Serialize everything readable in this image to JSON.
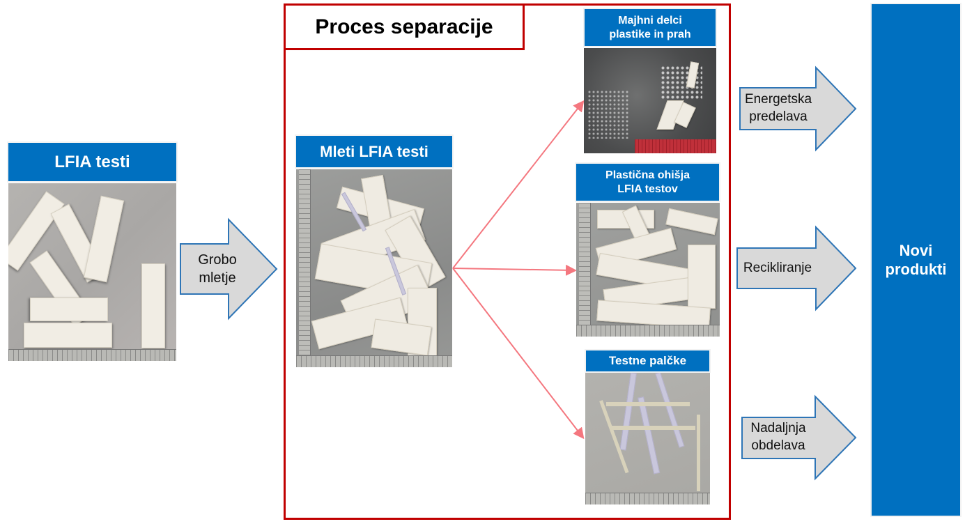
{
  "input": {
    "label": "LFIA testi",
    "photo_icon": "photo-lfia-tests"
  },
  "step_arrow": {
    "label_line1": "Grobo",
    "label_line2": "mletje"
  },
  "separation": {
    "title": "Proces separacije",
    "ground": {
      "label": "Mleti LFIA testi",
      "photo_icon": "photo-ground-tests"
    },
    "outputs": [
      {
        "label_line1": "Majhni delci",
        "label_line2": "plastike in prah",
        "photo_icon": "photo-small-particles"
      },
      {
        "label_line1": "Plastična ohišja",
        "label_line2": "LFIA testov",
        "photo_icon": "photo-plastic-housings"
      },
      {
        "label_line1": "Testne palčke",
        "label_line2": "",
        "photo_icon": "photo-test-strips"
      }
    ]
  },
  "processing_arrows": [
    {
      "line1": "Energetska",
      "line2": "predelava"
    },
    {
      "line1": "Recikliranje",
      "line2": ""
    },
    {
      "line1": "Nadaljnja",
      "line2": "obdelava"
    }
  ],
  "result": {
    "line1": "Novi",
    "line2": "produkti"
  },
  "colors": {
    "label_blue": "#0070c0",
    "frame_red": "#c00000",
    "connector_pink": "#f4777f",
    "arrow_fill": "#d9d9d9",
    "arrow_stroke": "#2e75b6"
  }
}
